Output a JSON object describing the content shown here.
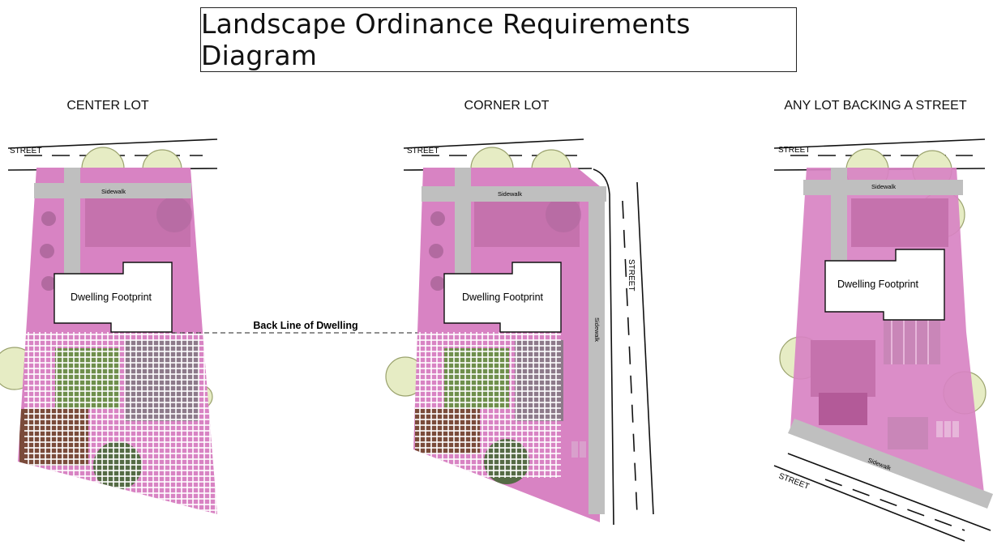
{
  "title": "Landscape Ordinance Requirements Diagram",
  "lots": [
    {
      "label": "CENTER LOT",
      "street": "STREET",
      "sidewalk": "Sidewalk",
      "dwelling": "Dwelling Footprint"
    },
    {
      "label": "CORNER LOT",
      "street": "STREET",
      "sidewalk": "Sidewalk",
      "side_street": "STREET",
      "side_sidewalk": "Sidewalk",
      "dwelling": "Dwelling Footprint"
    },
    {
      "label": "ANY LOT BACKING A STREET",
      "street": "STREET",
      "sidewalk": "Sidewalk",
      "back_street": "STREET",
      "back_sidewalk": "Sidewalk",
      "dwelling": "Dwelling Footprint"
    }
  ],
  "back_line_label": "Back Line of Dwelling",
  "colors": {
    "lot_fill": "#d883c3",
    "sidewalk": "#bfbfbf",
    "tree_fill": "#e6ecc4",
    "lawn": "#6f8f4c",
    "grid_line": "#ffffff"
  }
}
